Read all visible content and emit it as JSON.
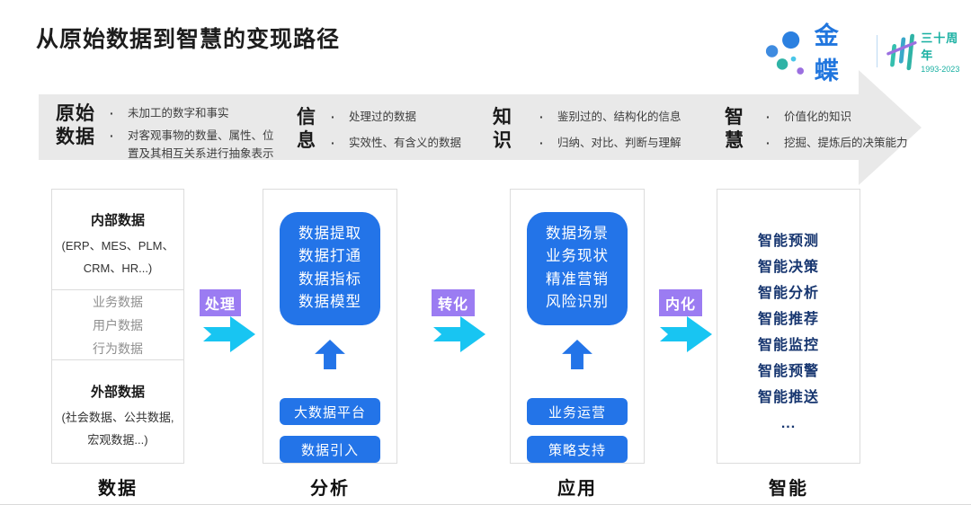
{
  "title": "从原始数据到智慧的变现路径",
  "logo": {
    "brand": "金蝶",
    "anniversary": "三十周年",
    "years": "1993-2023"
  },
  "banner": {
    "stages": [
      {
        "label": "原始\n数据",
        "bullets": [
          "未加工的数字和事实",
          "对客观事物的数量、属性、位\n置及其相互关系进行抽象表示"
        ]
      },
      {
        "label": "信\n息",
        "bullets": [
          "处理过的数据",
          "实效性、有含义的数据"
        ]
      },
      {
        "label": "知\n识",
        "bullets": [
          "鉴别过的、结构化的信息",
          "归纳、对比、判断与理解"
        ]
      },
      {
        "label": "智\n慧",
        "bullets": [
          "价值化的知识",
          "挖掘、提炼后的决策能力"
        ]
      }
    ]
  },
  "connectors": [
    {
      "label": "处理"
    },
    {
      "label": "转化"
    },
    {
      "label": "内化"
    }
  ],
  "columns": {
    "data": {
      "internal_title": "内部数据",
      "internal_sub": "(ERP、MES、PLM、\nCRM、HR...)",
      "middle_items": [
        "业务数据",
        "用户数据",
        "行为数据"
      ],
      "external_title": "外部数据",
      "external_sub": "(社会数据、公共数据,\n宏观数据...)",
      "footer": "数据"
    },
    "analysis": {
      "card_lines": "数据提取\n数据打通\n数据指标\n数据模型",
      "buttons": [
        "大数据平台",
        "数据引入"
      ],
      "footer": "分析"
    },
    "application": {
      "card_lines": "数据场景\n业务现状\n精准营销\n风险识别",
      "buttons": [
        "业务运营",
        "策略支持"
      ],
      "footer": "应用"
    },
    "intelligence": {
      "items": [
        "智能预测",
        "智能决策",
        "智能分析",
        "智能推荐",
        "智能监控",
        "智能预警",
        "智能推送",
        "..."
      ],
      "footer": "智能"
    }
  },
  "colors": {
    "blue": "#2374E8",
    "cyan": "#18C5F2",
    "purple": "#9B7CF2",
    "navy": "#16356F",
    "banner_gray": "#E9E9E9",
    "logo_blue": "#2176DE",
    "logo_teal": "#2FB3A6",
    "logo_purple": "#9B6FE0"
  }
}
